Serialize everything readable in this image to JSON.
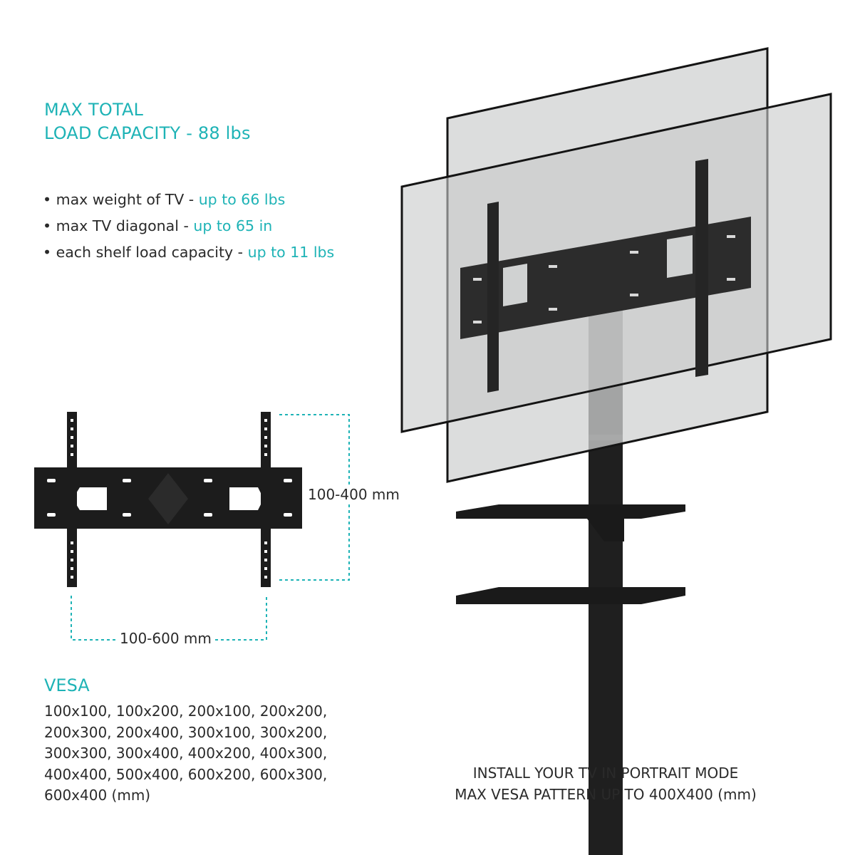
{
  "heading": {
    "line1": "MAX TOTAL",
    "line2": "LOAD CAPACITY - 88 lbs"
  },
  "specs": [
    {
      "label": "• max weight of TV - ",
      "value": "up to 66 lbs"
    },
    {
      "label": "• max TV diagonal - ",
      "value": "up to 65 in"
    },
    {
      "label": "• each shelf load capacity - ",
      "value": "up to 11 lbs"
    }
  ],
  "dimensions": {
    "vertical": "100-400 mm",
    "horizontal": "100-600 mm"
  },
  "vesa": {
    "title": "VESA",
    "lines": [
      "100x100, 100x200, 200x100, 200x200,",
      "200x300, 200x400, 300x100, 300x200,",
      "300x300, 300x400, 400x200, 400x300,",
      "400x400, 500x400, 600x200, 600x300,",
      "600x400 (mm)"
    ]
  },
  "portrait_note": {
    "line1": "INSTALL YOUR TV IN PORTRAIT MODE",
    "line2": "MAX VESA PATTERN UP TO 400X400 (mm)"
  },
  "colors": {
    "accent": "#1eb3b6",
    "text": "#2a2a2a",
    "metal": "#1c1c1c",
    "glass": "#d4d6d6"
  }
}
